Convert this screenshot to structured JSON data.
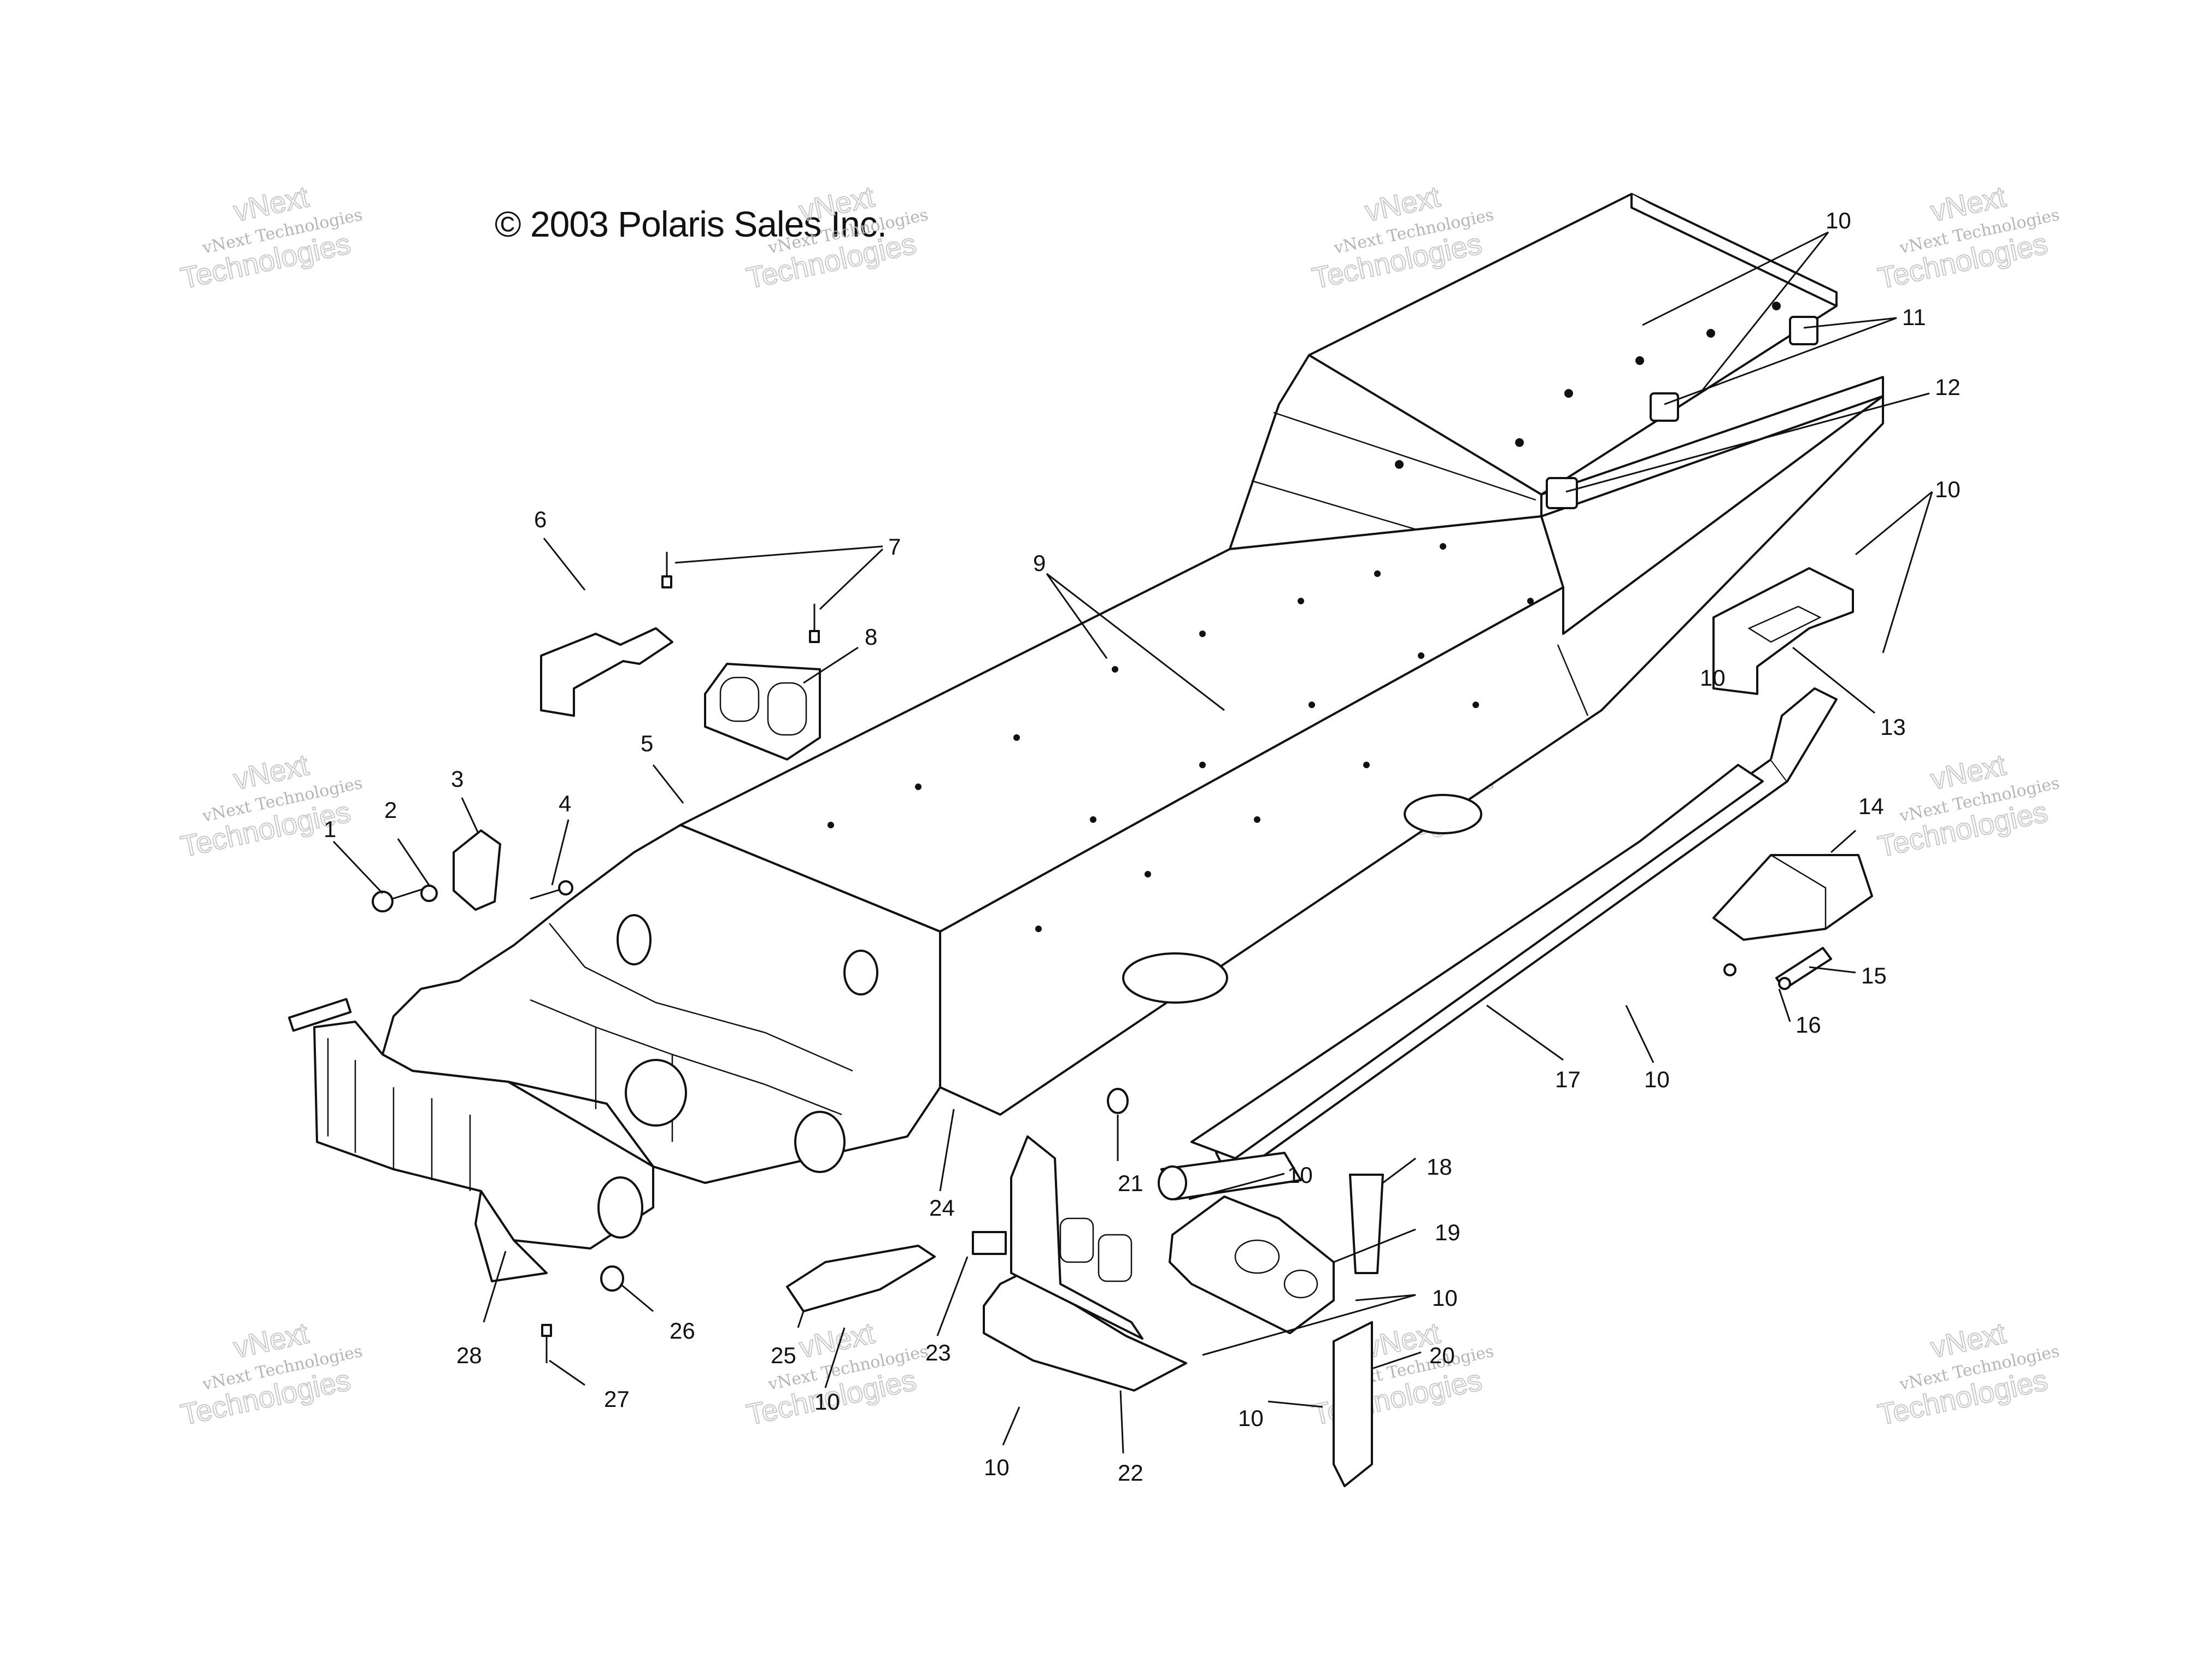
{
  "copyright": "© 2003 Polaris Sales Inc.",
  "watermark": {
    "line1": "vNext Technologies",
    "line2": "vNext",
    "line3": "Technologies"
  },
  "callouts": [
    {
      "id": "c1",
      "label": "1"
    },
    {
      "id": "c2",
      "label": "2"
    },
    {
      "id": "c3",
      "label": "3"
    },
    {
      "id": "c4",
      "label": "4"
    },
    {
      "id": "c5",
      "label": "5"
    },
    {
      "id": "c6",
      "label": "6"
    },
    {
      "id": "c7",
      "label": "7"
    },
    {
      "id": "c8",
      "label": "8"
    },
    {
      "id": "c9",
      "label": "9"
    },
    {
      "id": "c10a",
      "label": "10"
    },
    {
      "id": "c11",
      "label": "11"
    },
    {
      "id": "c12",
      "label": "12"
    },
    {
      "id": "c10b",
      "label": "10"
    },
    {
      "id": "c13",
      "label": "13"
    },
    {
      "id": "c10c",
      "label": "10"
    },
    {
      "id": "c14",
      "label": "14"
    },
    {
      "id": "c15",
      "label": "15"
    },
    {
      "id": "c16",
      "label": "16"
    },
    {
      "id": "c17",
      "label": "17"
    },
    {
      "id": "c10d",
      "label": "10"
    },
    {
      "id": "c21",
      "label": "21"
    },
    {
      "id": "c10e",
      "label": "10"
    },
    {
      "id": "c18",
      "label": "18"
    },
    {
      "id": "c19",
      "label": "19"
    },
    {
      "id": "c24",
      "label": "24"
    },
    {
      "id": "c10f",
      "label": "10"
    },
    {
      "id": "c20",
      "label": "20"
    },
    {
      "id": "c10g",
      "label": "10"
    },
    {
      "id": "c25",
      "label": "25"
    },
    {
      "id": "c23",
      "label": "23"
    },
    {
      "id": "c10h",
      "label": "10"
    },
    {
      "id": "c22",
      "label": "22"
    },
    {
      "id": "c10i",
      "label": "10"
    },
    {
      "id": "c26",
      "label": "26"
    },
    {
      "id": "c27",
      "label": "27"
    },
    {
      "id": "c28",
      "label": "28"
    }
  ]
}
